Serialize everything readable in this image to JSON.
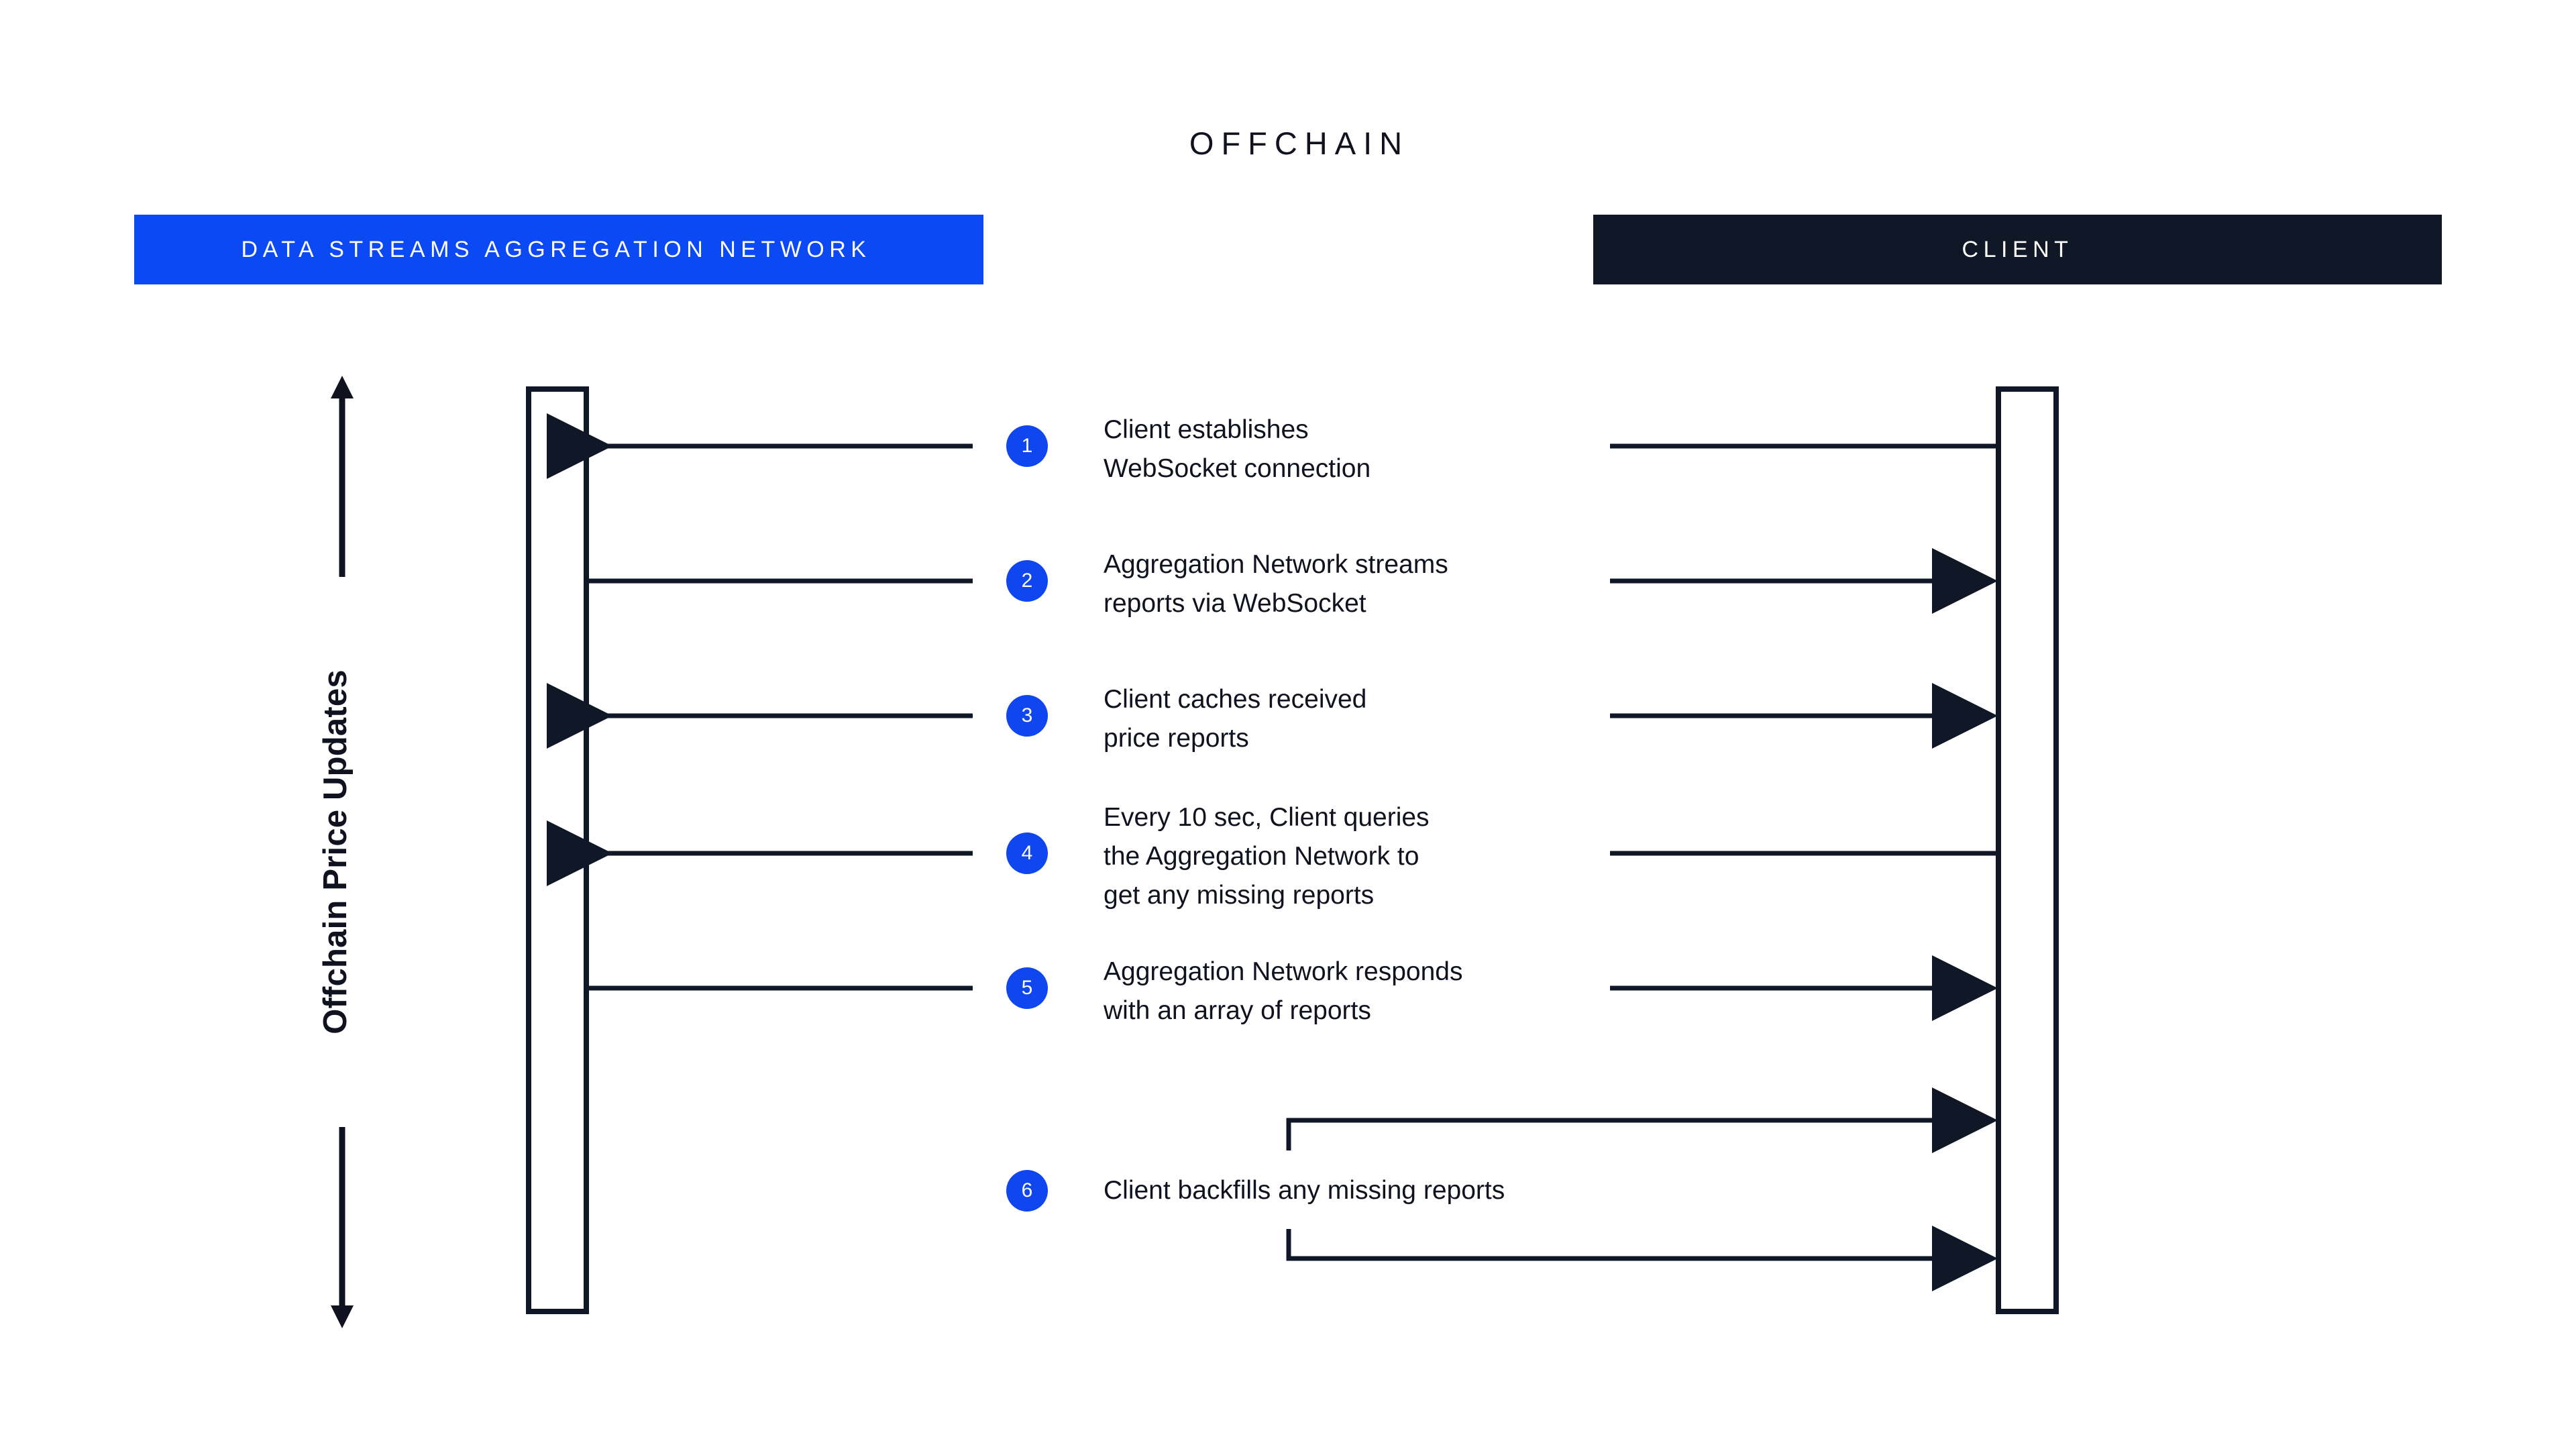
{
  "title": "OFFCHAIN",
  "colors": {
    "brand_blue": "#0b49f4",
    "badge_blue": "#1046f0",
    "dark": "#101726",
    "text": "#10131f",
    "background": "#ffffff"
  },
  "lanes": [
    {
      "id": "aggregation-network",
      "label": "DATA STREAMS AGGREGATION NETWORK",
      "header_color": "#0b49f4"
    },
    {
      "id": "client",
      "label": "CLIENT",
      "header_color": "#101726"
    }
  ],
  "axis": {
    "label": "Offchain Price Updates",
    "arrow_top": "arrow-up-icon",
    "arrow_bottom": "arrow-down-icon"
  },
  "steps": [
    {
      "number": "1",
      "text": "Client establishes\nWebSocket connection",
      "direction": "right-to-left",
      "left_end": "arrow",
      "right_end": "plain"
    },
    {
      "number": "2",
      "text": "Aggregation Network streams\nreports via WebSocket",
      "direction": "left-to-right",
      "left_end": "plain",
      "right_end": "arrow"
    },
    {
      "number": "3",
      "text": "Client caches received\nprice reports",
      "direction": "right-to-left",
      "left_end": "arrow",
      "right_end": "arrow"
    },
    {
      "number": "4",
      "text": "Every 10 sec, Client queries\nthe Aggregation Network to\nget any missing reports",
      "direction": "right-to-left",
      "left_end": "arrow",
      "right_end": "plain"
    },
    {
      "number": "5",
      "text": "Aggregation Network responds\nwith an array of reports",
      "direction": "left-to-right",
      "left_end": "plain",
      "right_end": "arrow"
    },
    {
      "number": "6",
      "text": "Client backfills any missing reports",
      "direction": "self-loop",
      "left_end": "bracket",
      "right_end": "arrow"
    }
  ]
}
